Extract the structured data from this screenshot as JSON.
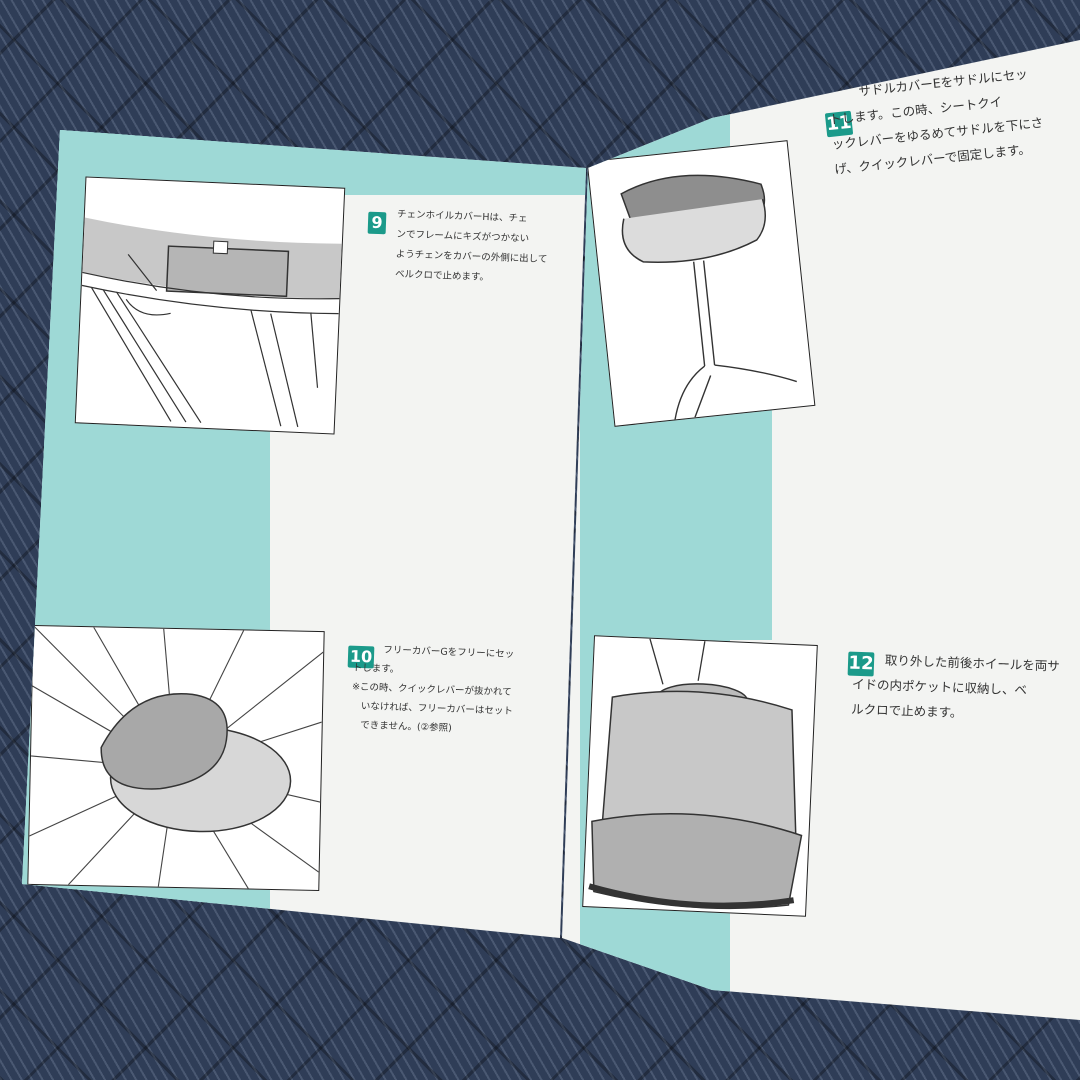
{
  "steps": [
    {
      "number": "9",
      "text": "チェンホイルカバーHは、チェ\nンでフレームにキズがつかない\nようチェンをカバーの外側に出して\nベルクロで止めます。"
    },
    {
      "number": "10",
      "text": "フリーカバーGをフリーにセッ\nトします。\n※この時、クイックレバーが抜かれて\n　いなければ、フリーカバーはセット\n　できません。(②参照)"
    },
    {
      "number": "11",
      "text": "サドルカバーEをサドルにセッ\nトします。この時、シートクイ\nックレバーをゆるめてサドルを下にさ\nげ、クイックレバーで固定します。"
    },
    {
      "number": "12",
      "text": "取り外した前後ホイールを両サ\nイドの内ポケットに収納し、ベ\nルクロで止めます。"
    }
  ],
  "colors": {
    "accent": "#9ed9d6",
    "number_badge": "#1b9a8a",
    "paper": "#f3f4f2",
    "background": "#2f3d57"
  }
}
